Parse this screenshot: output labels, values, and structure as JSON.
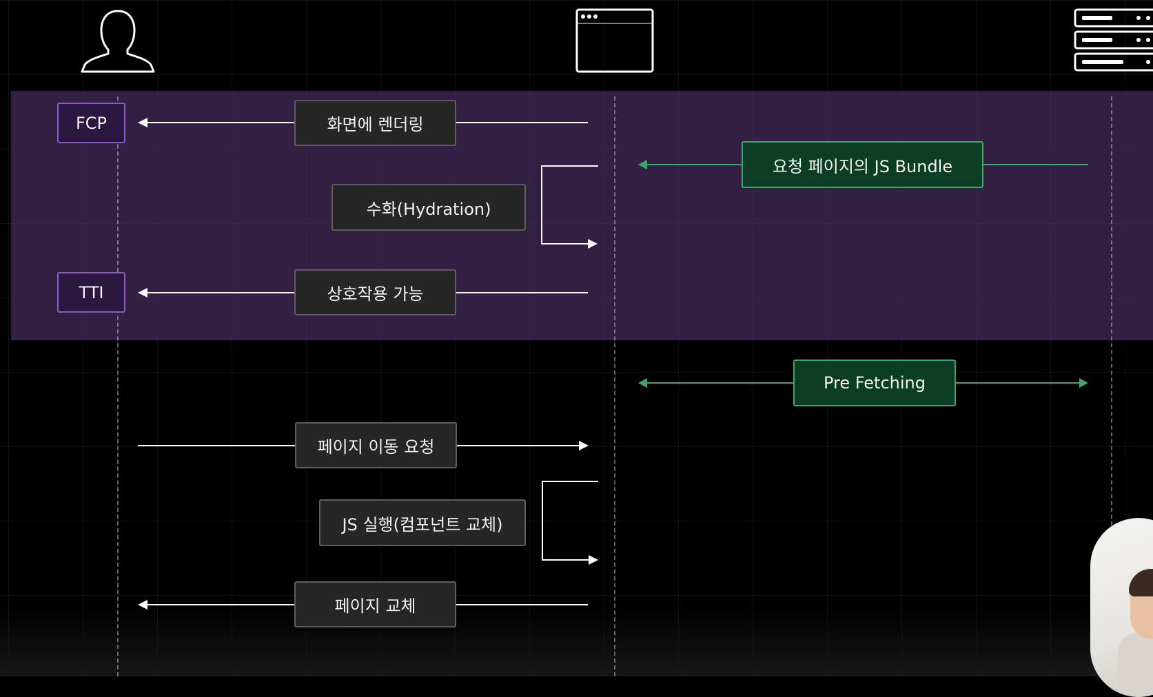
{
  "actors": {
    "user": {
      "icon": "user-icon"
    },
    "browser": {
      "icon": "browser-window-icon"
    },
    "server": {
      "icon": "server-icon"
    }
  },
  "milestones": {
    "fcp": "FCP",
    "tti": "TTI"
  },
  "steps": {
    "render_to_screen": "화면에 렌더링",
    "js_bundle": "요청 페이지의 JS Bundle",
    "hydration": "수화(Hydration)",
    "interactive": "상호작용 가능",
    "prefetching": "Pre Fetching",
    "page_nav_request": "페이지 이동 요청",
    "js_execution": "JS 실행(컴포넌트 교체)",
    "page_replace": "페이지 교체"
  },
  "colors": {
    "background": "#000000",
    "phase_band": "#52326e",
    "milestone_border": "#8a5cc4",
    "server_arrow": "#3fa66a",
    "label_box": "#262626"
  }
}
